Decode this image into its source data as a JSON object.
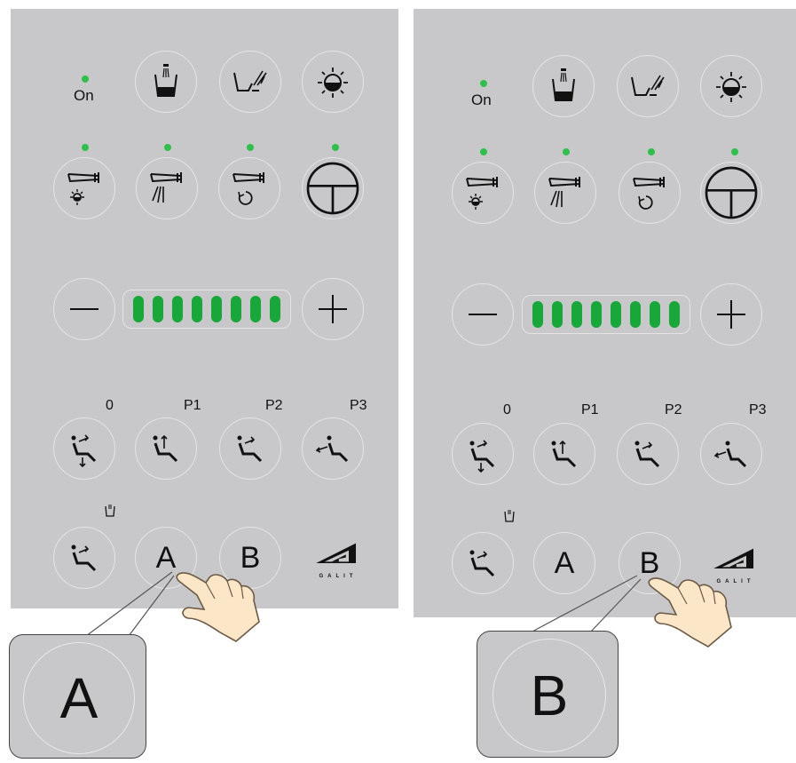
{
  "panels": [
    {
      "on_label": "On",
      "preset_labels": [
        "0",
        "P1",
        "P2",
        "P3"
      ],
      "level_segments": 8,
      "memory_buttons": [
        "A",
        "B"
      ],
      "logo_text": "GALIT",
      "callout_letter": "A"
    },
    {
      "on_label": "On",
      "preset_labels": [
        "0",
        "P1",
        "P2",
        "P3"
      ],
      "level_segments": 8,
      "memory_buttons": [
        "A",
        "B"
      ],
      "logo_text": "GALIT",
      "callout_letter": "B"
    }
  ],
  "colors": {
    "panel": "#c8c8ca",
    "indicator_green": "#2ec04a",
    "level_green": "#18a83a"
  },
  "icons": {
    "row1": [
      "cup-filler-icon",
      "bowl-rinse-icon",
      "operating-light-icon"
    ],
    "row2": [
      "handpiece-light-icon",
      "handpiece-spray-icon",
      "handpiece-reverse-icon",
      "foot-control-icon"
    ],
    "row3": [
      "minus-icon",
      "plus-icon"
    ],
    "row4": [
      "chair-zero-icon",
      "chair-p1-icon",
      "chair-p2-icon",
      "chair-p3-icon"
    ],
    "row5": [
      "chair-rinse-position-icon",
      "galit-logo"
    ]
  }
}
